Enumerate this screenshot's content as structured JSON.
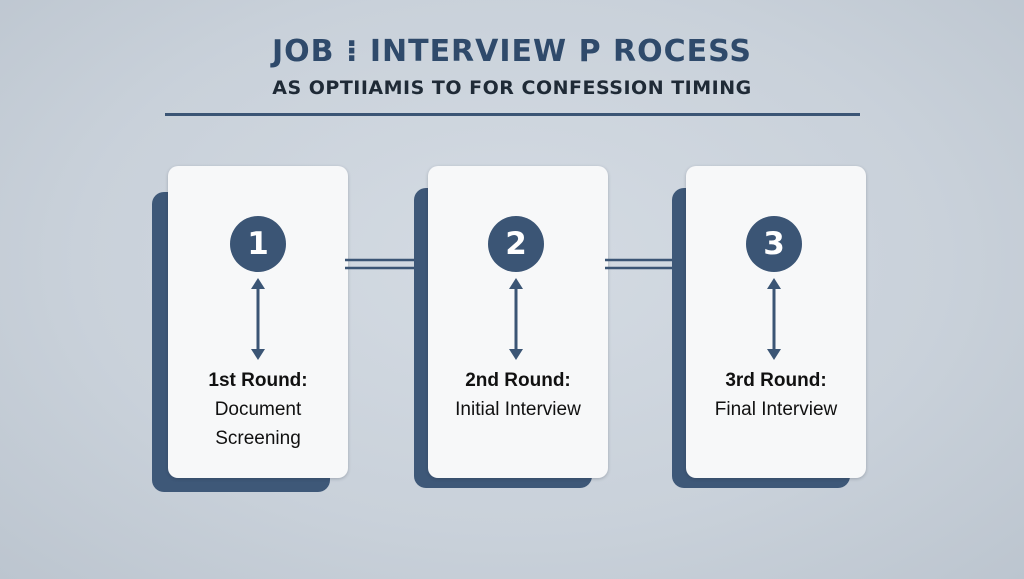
{
  "header": {
    "title": "JOB ⁝ INTERVIEW P ROCESS",
    "subtitle": "AS OPTIIAMIS TO FOR CONFESSION TIMING"
  },
  "steps": [
    {
      "number": "1",
      "title": "1st Round:",
      "description": "Document Screening"
    },
    {
      "number": "2",
      "title": "2nd Round:",
      "description": "Initial Interview"
    },
    {
      "number": "3",
      "title": "3rd Round:",
      "description": "Final Interview"
    }
  ],
  "colors": {
    "accent": "#3b5575",
    "card": "#f7f8f9",
    "background": "#c9d1da",
    "text": "#111111"
  }
}
